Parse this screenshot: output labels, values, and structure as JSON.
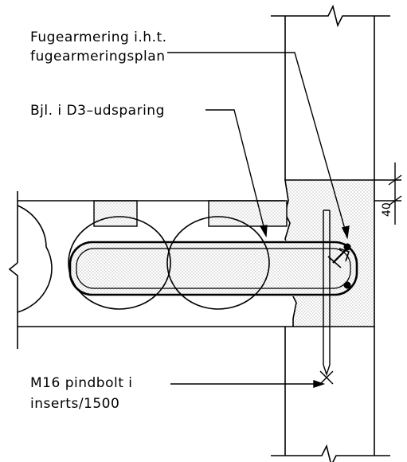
{
  "labels": {
    "fugearmering_line1": "Fugearmering i.h.t.",
    "fugearmering_line2": "fugearmeringsplan",
    "bjl": "Bjl. i D3–udsparing",
    "pindbolt_line1": "M16 pindbolt i",
    "pindbolt_line2": "inserts/1500",
    "dimension": "40"
  },
  "colors": {
    "line": "#000000",
    "grout_fill": "#dcdcdc",
    "background": "#ffffff"
  }
}
